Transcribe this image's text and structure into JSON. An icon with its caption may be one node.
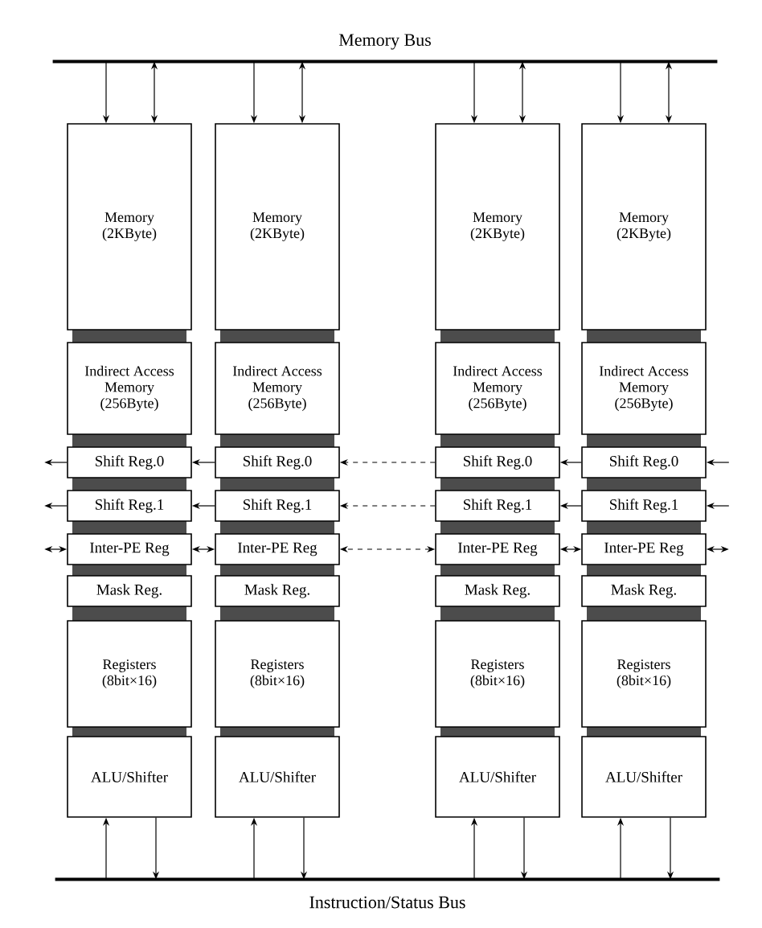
{
  "diagram": {
    "nodes": [
      {
        "text": [
          "Memory Bus"
        ]
      },
      {
        "text": [
          "Memory (2KByte)"
        ]
      },
      {
        "text": [
          "Indirect Access Memory (256Byte)"
        ]
      },
      {
        "text": [
          "Shift Reg.0"
        ]
      },
      {
        "text": [
          "Shift Reg.1"
        ]
      },
      {
        "text": [
          "Inter-PE Reg"
        ]
      },
      {
        "text": [
          "Mask Reg."
        ]
      },
      {
        "text": [
          "Registers (8bit×16)"
        ]
      },
      {
        "text": [
          "ALU/Shifter"
        ]
      },
      {
        "text": [
          "Memory (2KByte)"
        ]
      },
      {
        "text": [
          "Indirect Access Memory (256Byte)"
        ]
      },
      {
        "text": [
          "Shift Reg.0"
        ]
      },
      {
        "text": [
          "Shift Reg.1"
        ]
      },
      {
        "text": [
          "Inter-PE Reg"
        ]
      },
      {
        "text": [
          "Mask Reg."
        ]
      },
      {
        "text": [
          "Registers (8bit×16)"
        ]
      },
      {
        "text": [
          "ALU/Shifter"
        ]
      },
      {
        "text": [
          "Memory (2KByte)"
        ]
      },
      {
        "text": [
          "Indirect Access Memory (256Byte)"
        ]
      },
      {
        "text": [
          "Shift Reg.0"
        ]
      },
      {
        "text": [
          "Shift Reg.1"
        ]
      },
      {
        "text": [
          "Inter-PE Reg"
        ]
      },
      {
        "text": [
          "Mask Reg."
        ]
      },
      {
        "text": [
          "Registers (8bit×16)"
        ]
      },
      {
        "text": [
          "ALU/Shifter"
        ]
      },
      {
        "text": [
          "Memory (2KByte)"
        ]
      },
      {
        "text": [
          "Indirect Access Memory (256Byte)"
        ]
      },
      {
        "text": [
          "Shift Reg.0"
        ]
      },
      {
        "text": [
          "Shift Reg.1"
        ]
      },
      {
        "text": [
          "Inter-PE Reg"
        ]
      },
      {
        "text": [
          "Mask Reg."
        ]
      },
      {
        "text": [
          "Registers (8bit×16)"
        ]
      },
      {
        "text": [
          "ALU/Shifter"
        ]
      },
      {
        "text": [
          "Instruction/Status Bus"
        ]
      }
    ],
    "edges": [
      {
        "from": 0,
        "to": 1,
        "arrow": "to"
      },
      {
        "from": 0,
        "to": 1,
        "arrow": "both"
      },
      {
        "from": 0,
        "to": 9,
        "arrow": "to"
      },
      {
        "from": 0,
        "to": 9,
        "arrow": "both"
      },
      {
        "from": 0,
        "to": 17,
        "arrow": "to"
      },
      {
        "from": 0,
        "to": 17,
        "arrow": "both"
      },
      {
        "from": 0,
        "to": 25,
        "arrow": "to"
      },
      {
        "from": 0,
        "to": 25,
        "arrow": "both"
      },
      {
        "from": 33,
        "to": 8,
        "arrow": "to"
      },
      {
        "from": 8,
        "to": 33,
        "arrow": "to"
      },
      {
        "from": 33,
        "to": 16,
        "arrow": "to"
      },
      {
        "from": 16,
        "to": 33,
        "arrow": "to"
      },
      {
        "from": 33,
        "to": 24,
        "arrow": "to"
      },
      {
        "from": 24,
        "to": 33,
        "arrow": "to"
      },
      {
        "from": 33,
        "to": 32,
        "arrow": "to"
      },
      {
        "from": 32,
        "to": 33,
        "arrow": "to"
      },
      {
        "from": 3,
        "to": null,
        "arrow": "to"
      },
      {
        "from": 11,
        "to": 3,
        "arrow": "to"
      },
      {
        "from": 19,
        "to": 11,
        "arrow": "to",
        "style": "dashed"
      },
      {
        "from": 27,
        "to": 19,
        "arrow": "to"
      },
      {
        "from": null,
        "to": 27,
        "arrow": "to"
      },
      {
        "from": 4,
        "to": null,
        "arrow": "to"
      },
      {
        "from": 12,
        "to": 4,
        "arrow": "to"
      },
      {
        "from": 20,
        "to": 12,
        "arrow": "to",
        "style": "dashed"
      },
      {
        "from": 28,
        "to": 20,
        "arrow": "to"
      },
      {
        "from": null,
        "to": 28,
        "arrow": "to"
      },
      {
        "from": 5,
        "to": null,
        "arrow": "both"
      },
      {
        "from": 13,
        "to": 5,
        "arrow": "both"
      },
      {
        "from": 21,
        "to": 13,
        "arrow": "both",
        "style": "dashed"
      },
      {
        "from": 29,
        "to": 21,
        "arrow": "both"
      },
      {
        "from": null,
        "to": 29,
        "arrow": "both"
      }
    ]
  }
}
